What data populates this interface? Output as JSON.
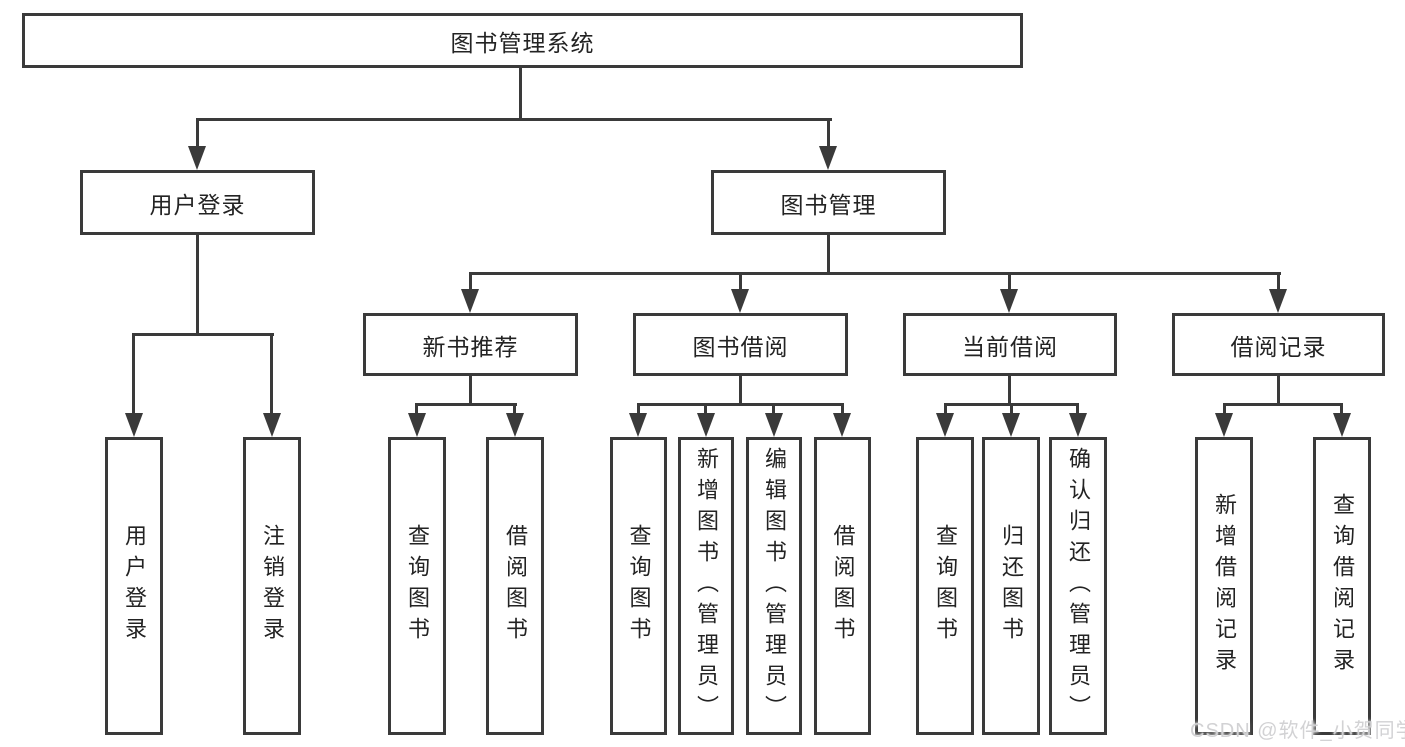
{
  "diagram": {
    "type": "tree",
    "line_color": "#3a3a3a",
    "background": "#ffffff",
    "root": {
      "label": "图书管理系统",
      "children": [
        {
          "label": "用户登录",
          "children": [
            {
              "label": "用户登录"
            },
            {
              "label": "注销登录"
            }
          ]
        },
        {
          "label": "图书管理",
          "children": [
            {
              "label": "新书推荐",
              "children": [
                {
                  "label": "查询图书"
                },
                {
                  "label": "借阅图书"
                }
              ]
            },
            {
              "label": "图书借阅",
              "children": [
                {
                  "label": "查询图书"
                },
                {
                  "label": "新增图书（管理员）"
                },
                {
                  "label": "编辑图书（管理员）"
                },
                {
                  "label": "借阅图书"
                }
              ]
            },
            {
              "label": "当前借阅",
              "children": [
                {
                  "label": "查询图书"
                },
                {
                  "label": "归还图书"
                },
                {
                  "label": "确认归还（管理员）"
                }
              ]
            },
            {
              "label": "借阅记录",
              "children": [
                {
                  "label": "新增借阅记录"
                },
                {
                  "label": "查询借阅记录"
                }
              ]
            }
          ]
        }
      ]
    }
  },
  "watermark": {
    "text": "CSDN @软件_小贺同学"
  }
}
